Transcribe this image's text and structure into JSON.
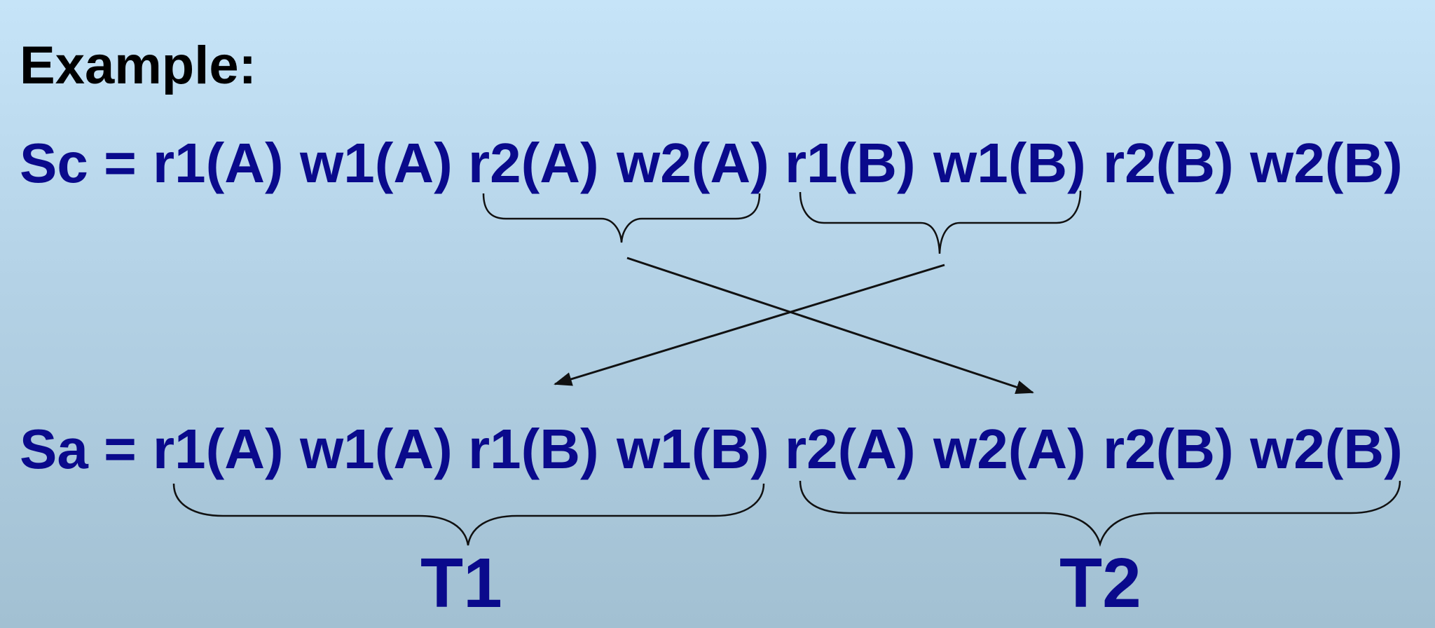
{
  "title": "Example:",
  "schedules": {
    "sc": {
      "label": "Sc =",
      "ops": [
        "r1(A)",
        "w1(A)",
        "r2(A)",
        "w2(A)",
        "r1(B)",
        "w1(B)",
        "r2(B)",
        "w2(B)"
      ]
    },
    "sa": {
      "label": "Sa =",
      "ops": [
        "r1(A)",
        "w1(A)",
        "r1(B)",
        "w1(B)",
        "r2(A)",
        "w2(A)",
        "r2(B)",
        "w2(B)"
      ]
    }
  },
  "transactions": {
    "t1": "T1",
    "t2": "T2"
  },
  "colors": {
    "text": "#0a0a8c",
    "title": "#000000",
    "lines": "#111111"
  }
}
